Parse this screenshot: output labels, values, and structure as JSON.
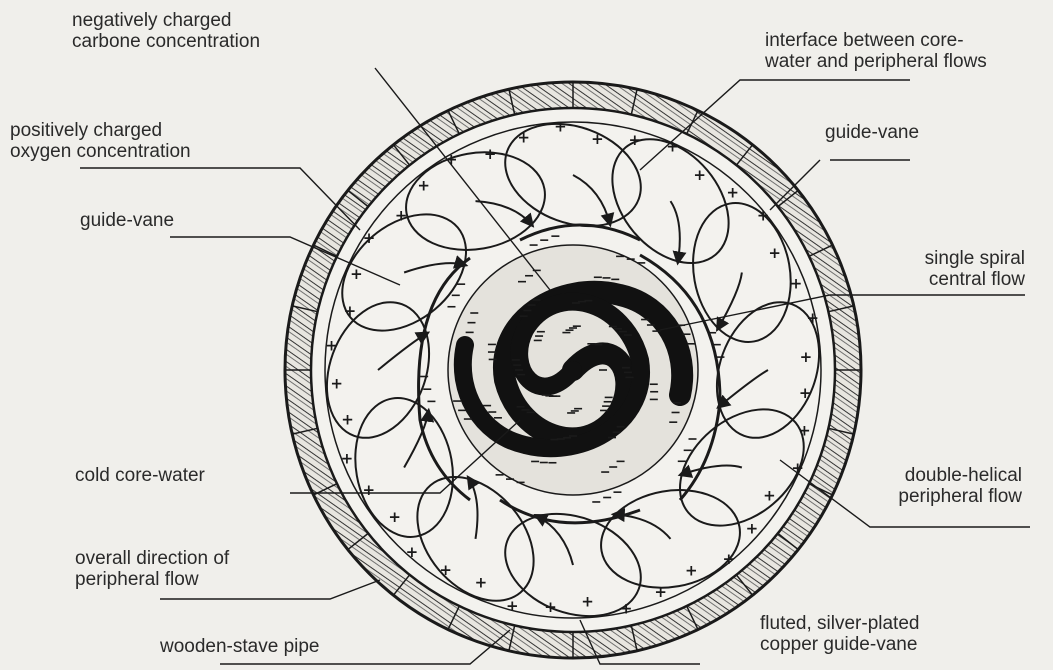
{
  "labels": {
    "neg_carbon": [
      "negatively charged",
      "carbone concentration"
    ],
    "interface": [
      "interface between core-",
      "water and peripheral flows"
    ],
    "pos_oxygen": [
      "positively charged",
      "oxygen concentration"
    ],
    "guide_vane_right": "guide-vane",
    "guide_vane_left": "guide-vane",
    "single_spiral": [
      "single spiral",
      "central flow"
    ],
    "cold_core": "cold core-water",
    "double_helical": [
      "double-helical",
      "peripheral flow"
    ],
    "overall_direction": [
      "overall direction of",
      "peripheral flow"
    ],
    "wooden_pipe": "wooden-stave pipe",
    "fluted_vane": [
      "fluted, silver-plated",
      "copper guide-vane"
    ]
  },
  "colors": {
    "ink": "#1a1a1a",
    "paper": "#f0efeb"
  }
}
